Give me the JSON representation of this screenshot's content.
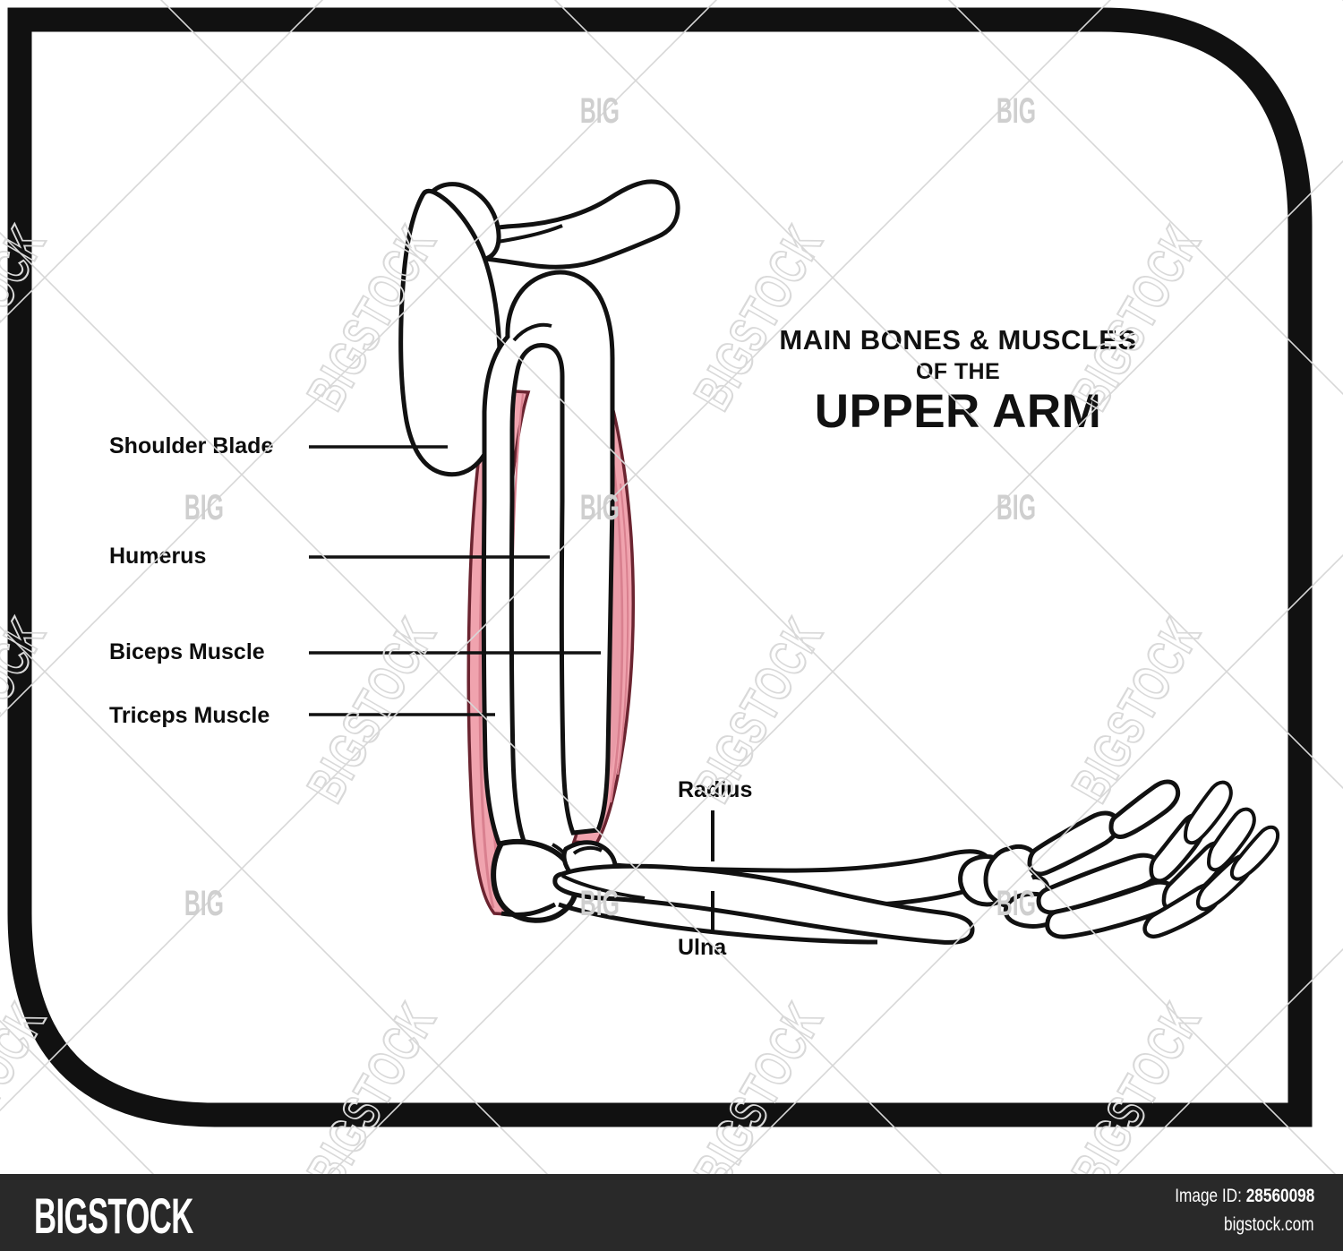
{
  "frame": {
    "border_color": "#111111",
    "background_color": "#ffffff"
  },
  "title": {
    "line1": "MAIN BONES & MUSCLES",
    "line2": "OF THE",
    "line3": "UPPER ARM"
  },
  "labels": [
    {
      "id": "shoulder-blade",
      "text": "Shoulder Blade"
    },
    {
      "id": "humerus",
      "text": "Humerus"
    },
    {
      "id": "biceps",
      "text": "Biceps Muscle"
    },
    {
      "id": "triceps",
      "text": "Triceps Muscle"
    },
    {
      "id": "radius",
      "text": "Radius"
    },
    {
      "id": "ulna",
      "text": "Ulna"
    }
  ],
  "diagram": {
    "bone_outline_color": "#111111",
    "bone_fill_color": "#ffffff",
    "muscle_fill_color": "#f0a3ae",
    "muscle_fiber_color": "#d9808f",
    "muscle_outline_color": "#6b2430",
    "parts": [
      "clavicle",
      "scapula",
      "humerus",
      "biceps-muscle",
      "triceps-muscle",
      "radius",
      "ulna",
      "carpals",
      "metacarpals",
      "phalanges"
    ]
  },
  "watermark": {
    "small_text": "BIG",
    "large_text": "BIGSTOCK",
    "color": "#cccccc"
  },
  "footer": {
    "logo": "BIGSTOCK",
    "image_id_label": "Image ID:",
    "image_id_value": "28560098",
    "site": "bigstock.com",
    "background_color": "#292929"
  }
}
